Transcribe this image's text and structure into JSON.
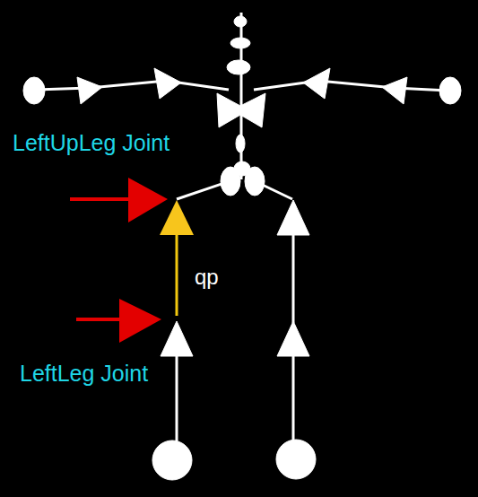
{
  "diagram": {
    "labels": [
      "LeftUpLeg Joint",
      "qp",
      "LeftLeg Joint"
    ]
  }
}
